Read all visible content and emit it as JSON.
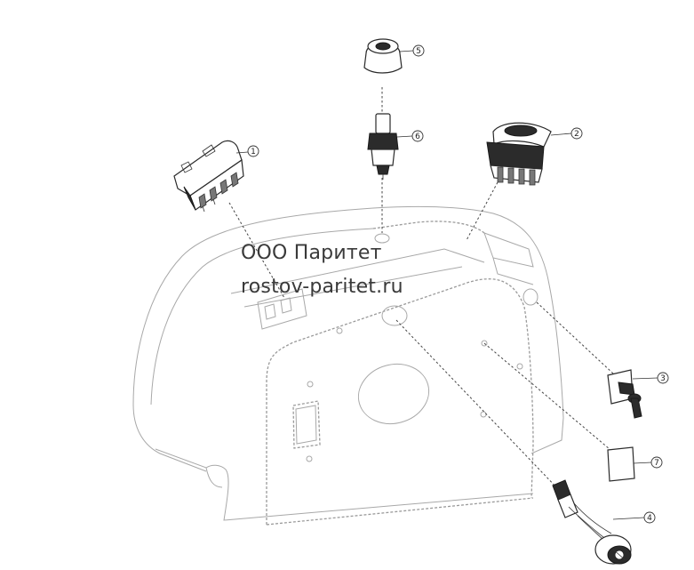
{
  "watermark": {
    "company": "ООО Паритет",
    "site": "rostov-paritet.ru"
  },
  "callouts": [
    {
      "id": "1",
      "label": "1"
    },
    {
      "id": "2",
      "label": "2"
    },
    {
      "id": "3",
      "label": "3"
    },
    {
      "id": "4",
      "label": "4"
    },
    {
      "id": "5",
      "label": "5"
    },
    {
      "id": "6",
      "label": "6"
    },
    {
      "id": "7",
      "label": "7"
    }
  ],
  "colors": {
    "line": "#333333",
    "faint": "#a8a8a8",
    "dash": "#555555"
  }
}
